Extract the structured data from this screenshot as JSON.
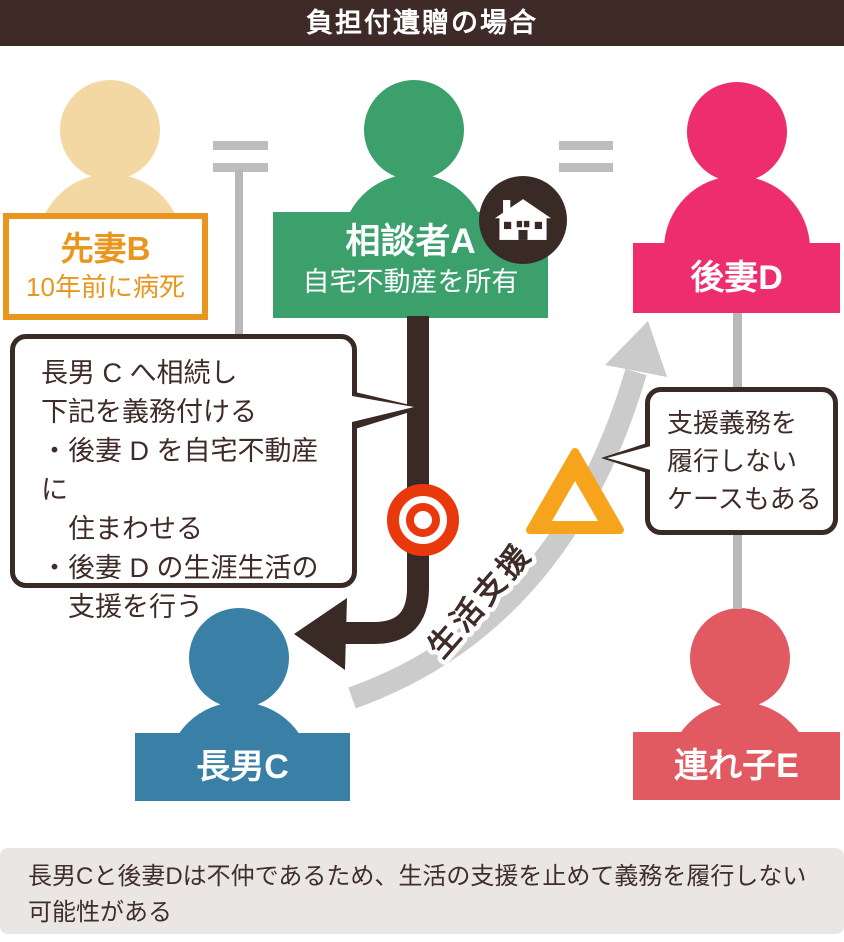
{
  "title": "負担付遺贈の場合",
  "people": {
    "wife_b": {
      "name": "先妻B",
      "note": "10年前に病死"
    },
    "consultant_a": {
      "name": "相談者A",
      "note": "自宅不動産を所有"
    },
    "wife_d": {
      "name": "後妻D"
    },
    "son_c": {
      "name": "長男C"
    },
    "stepchild_e": {
      "name": "連れ子E"
    }
  },
  "bubbles": {
    "bequest_note": "長男 C へ相続し\n下記を義務付ける\n・後妻 D を自宅不動産に\n　住まわせる\n・後妻 D の生涯生活の\n　支援を行う",
    "risk_note": "支援義務を\n履行しない\nケースもある"
  },
  "support_arrow_label": "生活支援",
  "footer_note": "長男Cと後妻Dは不仲であるため、生活の支援を止めて義務を履行しない\n可能性がある",
  "icons": {
    "house": "house-icon",
    "approval": "double-circle-mark",
    "warning": "warning-triangle-mark",
    "equals": "marriage-equals-sign"
  },
  "colors": {
    "title_bg": "#3e2b27",
    "dark_line": "#3a2a26",
    "beige": "#f3d8a3",
    "orange": "#e9961e",
    "green": "#3ba06c",
    "pink": "#ee2d6e",
    "blue": "#3a80a6",
    "salmon": "#e15a62",
    "red_mark": "#e8380c",
    "warning_orange": "#f7a41d",
    "line_gray": "#b8b8b8",
    "arc_gray": "#cbcbcb",
    "footer_bg": "#eae6e4"
  }
}
